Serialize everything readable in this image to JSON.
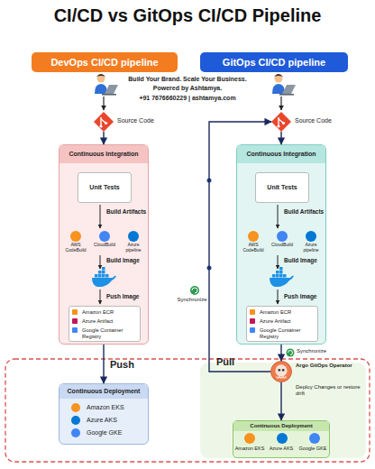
{
  "diagram": {
    "title": "CI/CD vs GitOps CI/CD Pipeline",
    "nodes": [
      {
        "text": [
          "DevOps CI/CD pipeline"
        ]
      },
      {
        "text": [
          "GitOps CI/CD pipeline"
        ]
      },
      {
        "text": [
          "Source Code"
        ]
      },
      {
        "text": [
          "Source Code"
        ]
      },
      {
        "text": [
          "Continuous Integration",
          "Build Artifacts",
          "AWS CodeBuild",
          "CloudBuild",
          "Azure pipeline",
          "Build Image",
          "Push Image"
        ]
      },
      {
        "text": [
          "Unit Tests"
        ],
        "in": 4
      },
      {
        "text": [
          "Amazon ECR",
          "Azure Artifact",
          "Google Container Registry"
        ],
        "in": 4
      },
      {
        "text": [
          "Continuous Integration",
          "Build Artifacts",
          "AWS CodeBuild",
          "CloudBuild",
          "Azure pipeline",
          "Build Image",
          "Push Image"
        ]
      },
      {
        "text": [
          "Unit Tests"
        ],
        "in": 7
      },
      {
        "text": [
          "Amazon ECR",
          "Azure Artifact",
          "Google Container Registry"
        ],
        "in": 7
      },
      {
        "text": [
          "Continuous Deployment",
          "Amazon EKS",
          "Azure AKS",
          "Google GKE"
        ]
      },
      {
        "text": [
          "Argo GitOps Operator",
          "Deploy Changes or restore drift"
        ]
      },
      {
        "text": [
          "Continuous Deployment",
          "Amazon EKS",
          "Azure AKS",
          "Google GKE"
        ]
      }
    ],
    "edges": [
      {
        "from": 2,
        "to": 4,
        "arrow": "to"
      },
      {
        "from": 4,
        "to": 10,
        "label": "Push",
        "arrow": "to"
      },
      {
        "from": 3,
        "to": 7,
        "arrow": "to"
      },
      {
        "from": 7,
        "to": 11,
        "label": "Synchronize",
        "arrow": "to"
      },
      {
        "from": 11,
        "to": 3,
        "label": "Synchronize",
        "arrow": "to"
      },
      {
        "from": 11,
        "to": 12,
        "arrow": "to"
      }
    ],
    "labels": [
      "Build Your Brand. Scale Your Business.",
      "Powered by Ashtamya.",
      "+91 7676660229 | ashtamya.com",
      "Pull"
    ]
  }
}
